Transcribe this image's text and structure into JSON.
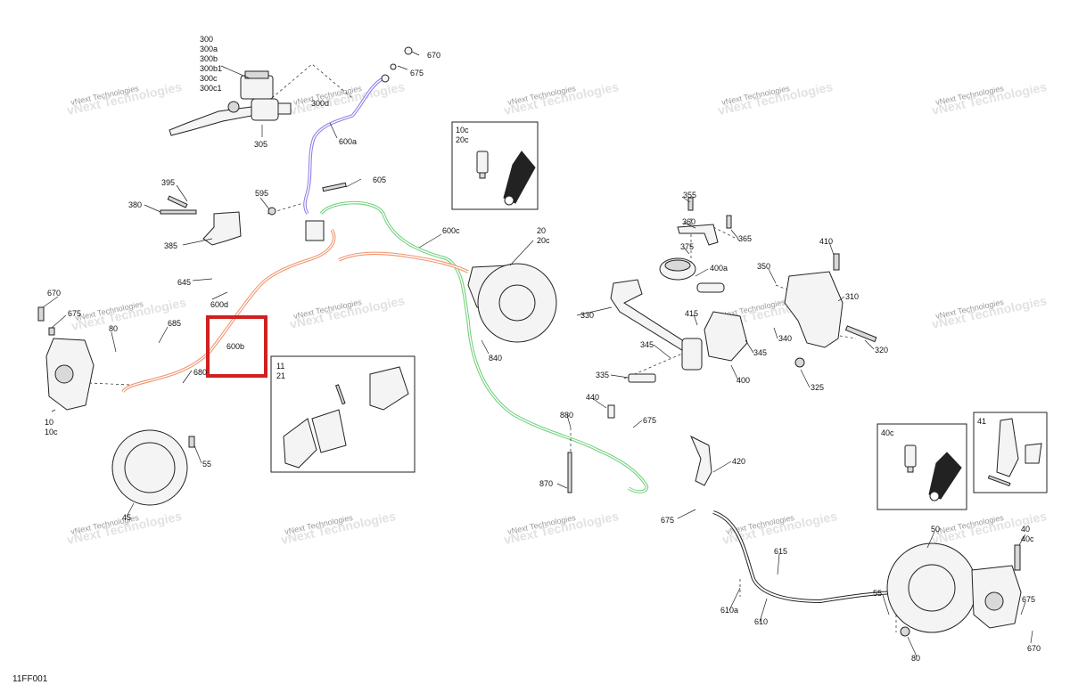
{
  "diagram_id": "11FF001",
  "watermark": {
    "line1": "vNext Technologies",
    "line2": "vNext Technologies"
  },
  "highlight_label": "600b",
  "inset_boxes": {
    "bleed_front": [
      "10c",
      "20c"
    ],
    "pads_front": [
      "11",
      "21"
    ],
    "bleed_rear": [
      "40c"
    ],
    "pads_rear": [
      "41"
    ]
  },
  "callouts": {
    "master_cyl": [
      "300",
      "300a",
      "300b",
      "300b1",
      "300c",
      "300c1"
    ],
    "c305": "305",
    "c300d": "300d",
    "c670a": "670",
    "c675a": "675",
    "c600a": "600a",
    "c605": "605",
    "c595": "595",
    "c395": "395",
    "c380": "380",
    "c385": "385",
    "c600c": "600c",
    "c20": "20",
    "c20c": "20c",
    "c645": "645",
    "c600d": "600d",
    "c670b": "670",
    "c675b": "675",
    "c80a": "80",
    "c685": "685",
    "c680": "680",
    "c10": "10",
    "c10c": "10c",
    "c840": "840",
    "c330": "330",
    "c355": "355",
    "c360": "360",
    "c365": "365",
    "c375": "375",
    "c400a": "400a",
    "c350": "350",
    "c410": "410",
    "c310": "310",
    "c415": "415",
    "c345a": "345",
    "c345b": "345",
    "c340": "340",
    "c320": "320",
    "c335": "335",
    "c400": "400",
    "c325": "325",
    "c440": "440",
    "c880": "880",
    "c675c": "675",
    "c870": "870",
    "c420": "420",
    "c675d": "675",
    "c55a": "55",
    "c45": "45",
    "c615": "615",
    "c610a": "610a",
    "c610": "610",
    "c50": "50",
    "c40": "40",
    "c40c": "40c",
    "c55b": "55",
    "c675e": "675",
    "c670c": "670",
    "c80b": "80"
  },
  "colors": {
    "line_600a": "#8b7fe8",
    "line_600b": "#f0926a",
    "line_600c": "#6fd07a",
    "line_610": "#ffffff",
    "highlight": "#d21f1f"
  }
}
